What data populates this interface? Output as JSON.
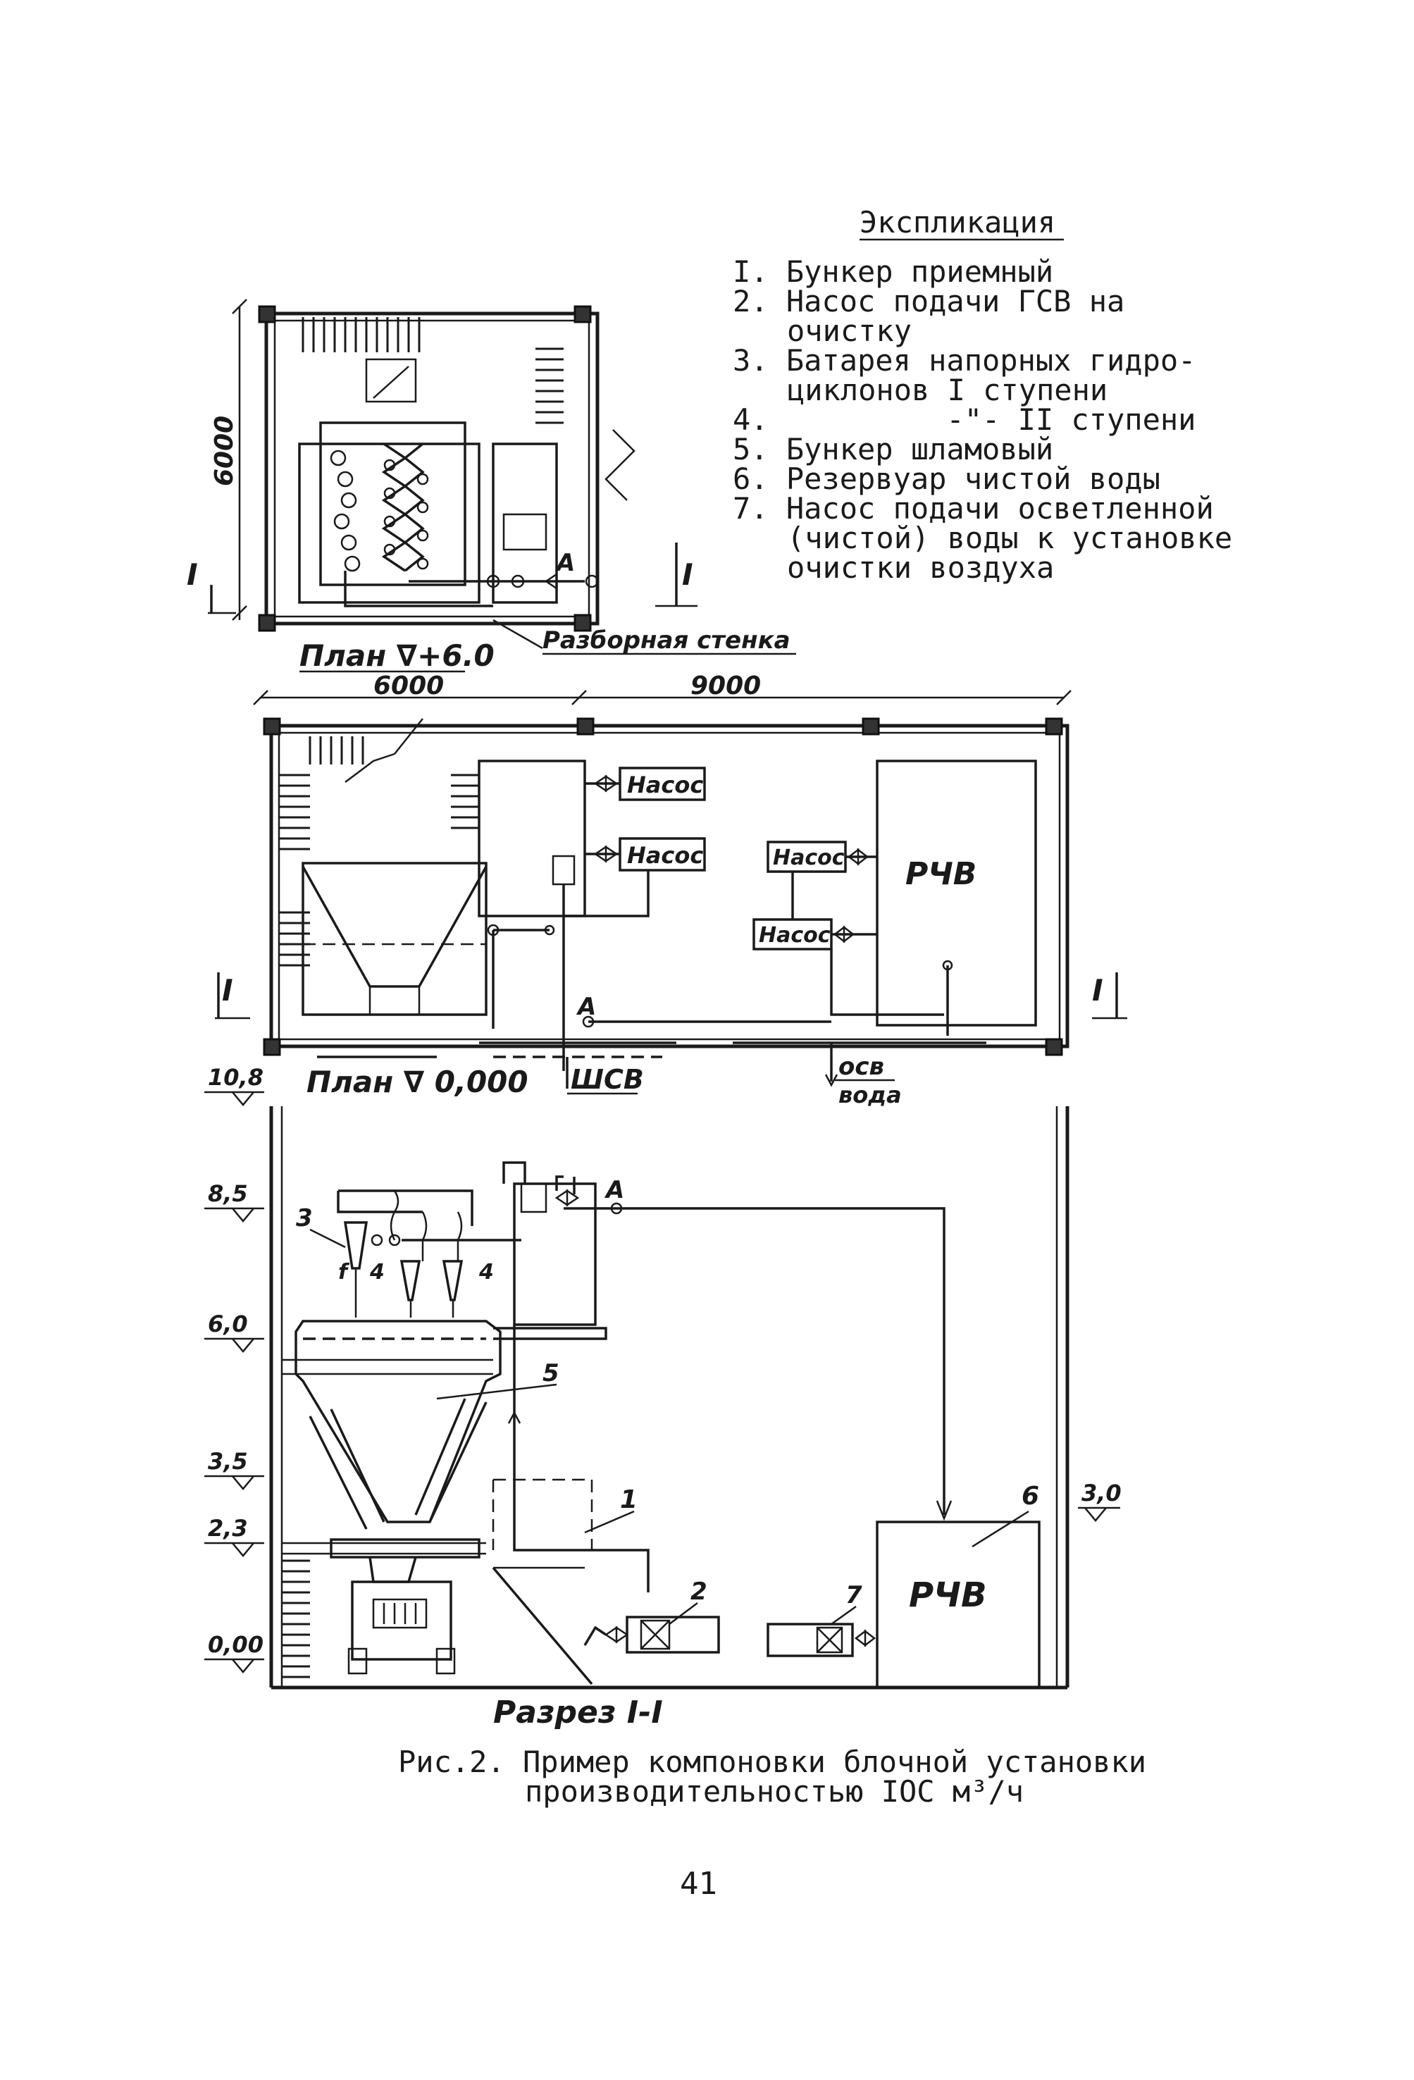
{
  "legend": {
    "title": "Экспликация",
    "items": [
      "I. Бункер приемный",
      "2. Насос подачи ГСВ на",
      "очистку",
      "3. Батарея напорных гидро-",
      "циклонов I ступени",
      "4.          -\"- II ступени",
      "5. Бункер шламовый",
      "6. Резервуар чистой воды",
      "7. Насос подачи осветленной",
      "(чистой) воды к установке",
      "очистки воздуха"
    ]
  },
  "plan_upper": {
    "title": "План ∇+6.0",
    "dim_vertical": "6000",
    "wall_label": "Разборная стенка",
    "section_left": "I",
    "section_right": "I",
    "point_label": "А"
  },
  "plan_lower": {
    "title": "План ∇ 0,000",
    "dim_left": "6000",
    "dim_right": "9000",
    "pump_labels": [
      "Насос",
      "Насос",
      "Насос",
      "Насос"
    ],
    "tank_label": "РЧВ",
    "section_left": "I",
    "section_right": "I",
    "point_label": "А",
    "outlet_shsv": "ШСВ",
    "outlet_water_1": "осв",
    "outlet_water_2": "вода"
  },
  "section": {
    "title": "Разрез I-I",
    "levels": [
      "10,8",
      "8,5",
      "6,0",
      "3,5",
      "2,3",
      "0,00",
      "3,0"
    ],
    "tank_label": "РЧВ",
    "point_label": "А",
    "callouts": [
      "1",
      "2",
      "3",
      "4",
      "4",
      "5",
      "6",
      "7",
      "f"
    ]
  },
  "caption": {
    "line1": "Рис.2. Пример компоновки блочной установки",
    "line2": "производительностью IОС м³/ч"
  },
  "page_number": "41"
}
